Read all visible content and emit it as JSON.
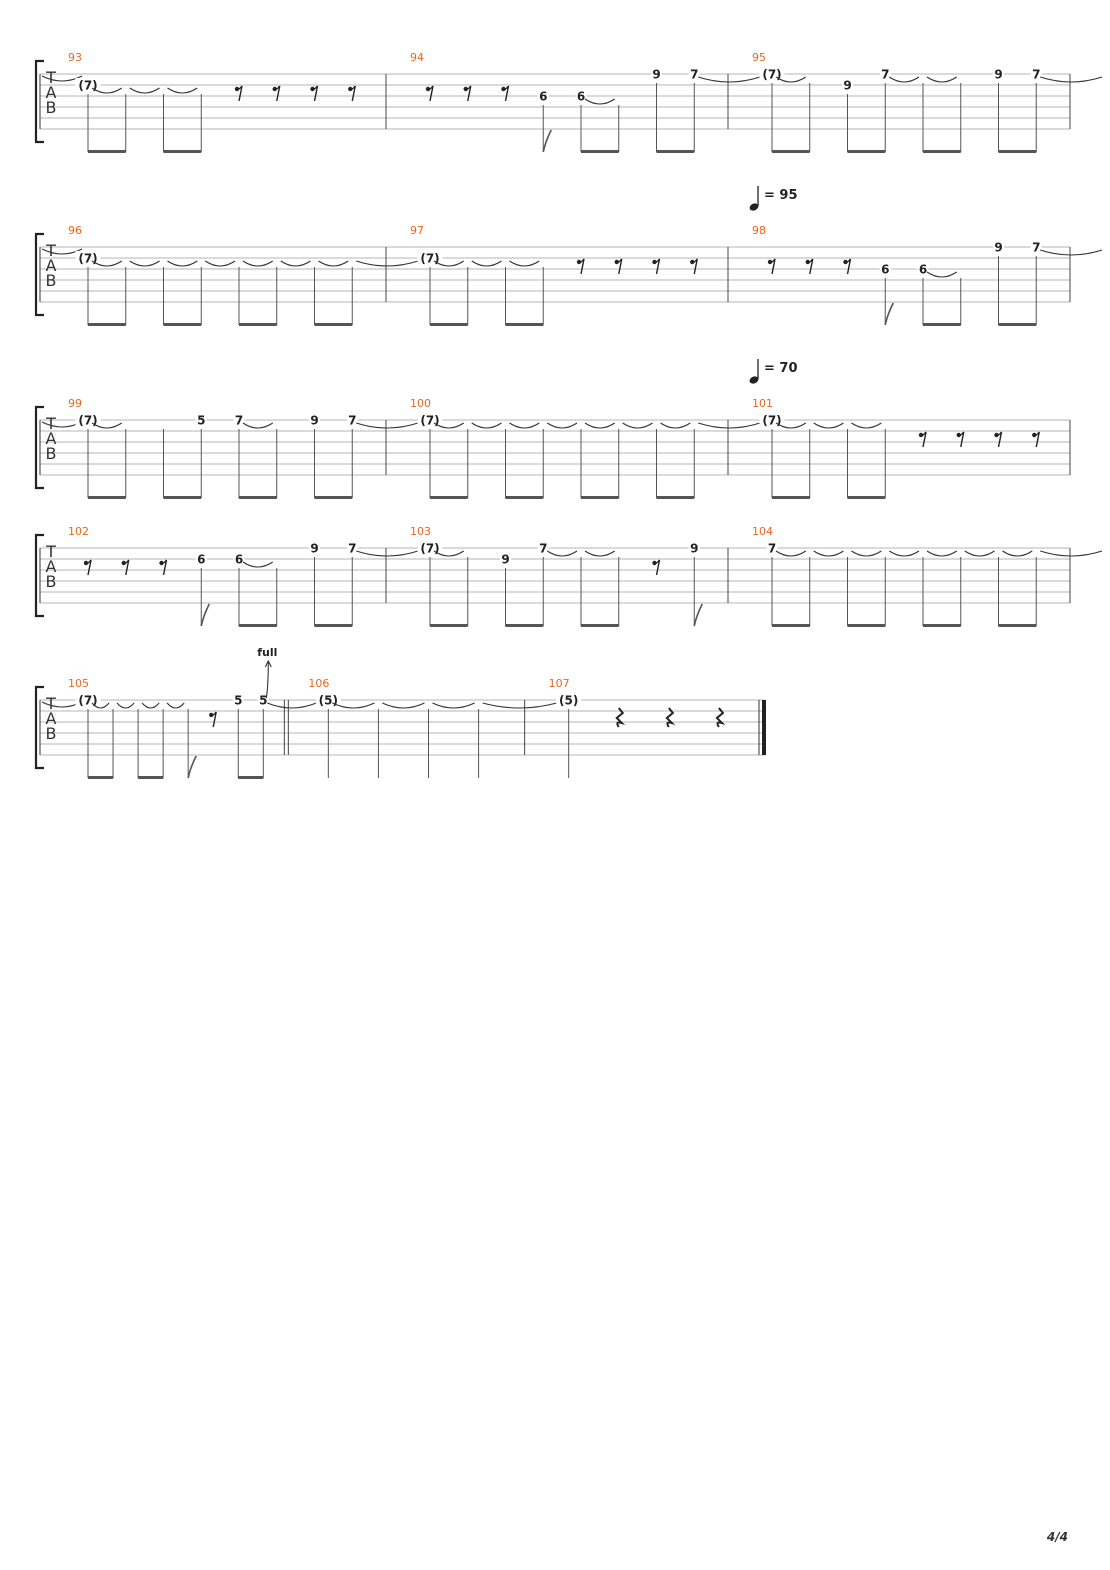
{
  "tab_letters": [
    "T",
    "A",
    "B"
  ],
  "page_number": "4/4",
  "systems": [
    {
      "measures": [
        {
          "number": "93",
          "tie_in": true,
          "events": [
            {
              "t": "n",
              "f": "(7)",
              "s": 2,
              "beam": "b",
              "tie": true
            },
            {
              "t": "n",
              "f": "",
              "s": 2,
              "beam": "e",
              "tie": true
            },
            {
              "t": "n",
              "f": "",
              "s": 2,
              "beam": "b",
              "tie": true
            },
            {
              "t": "n",
              "f": "",
              "s": 2,
              "beam": "e"
            },
            {
              "t": "r8"
            },
            {
              "t": "r8"
            },
            {
              "t": "r8"
            },
            {
              "t": "r8"
            }
          ]
        },
        {
          "number": "94",
          "events": [
            {
              "t": "r8"
            },
            {
              "t": "r8"
            },
            {
              "t": "r8"
            },
            {
              "t": "n",
              "f": "6",
              "s": 3,
              "beam": "f"
            },
            {
              "t": "n",
              "f": "6",
              "s": 3,
              "beam": "b",
              "tie": true
            },
            {
              "t": "n",
              "f": "",
              "s": 3,
              "beam": "e"
            },
            {
              "t": "n",
              "f": "9",
              "s": 1,
              "beam": "b"
            },
            {
              "t": "n",
              "f": "7",
              "s": 1,
              "beam": "e",
              "tie": true
            }
          ]
        },
        {
          "number": "95",
          "events": [
            {
              "t": "n",
              "f": "(7)",
              "s": 1,
              "beam": "b",
              "tie": true
            },
            {
              "t": "n",
              "f": "",
              "s": 1,
              "beam": "e"
            },
            {
              "t": "n",
              "f": "9",
              "s": 2,
              "beam": "b"
            },
            {
              "t": "n",
              "f": "7",
              "s": 1,
              "beam": "e",
              "tie": true
            },
            {
              "t": "n",
              "f": "",
              "s": 1,
              "beam": "b",
              "tie": true
            },
            {
              "t": "n",
              "f": "",
              "s": 1,
              "beam": "e"
            },
            {
              "t": "n",
              "f": "9",
              "s": 1,
              "beam": "b"
            },
            {
              "t": "n",
              "f": "7",
              "s": 1,
              "beam": "e",
              "tie": true
            }
          ]
        }
      ]
    },
    {
      "measures": [
        {
          "number": "96",
          "tie_in": true,
          "events": [
            {
              "t": "n",
              "f": "(7)",
              "s": 2,
              "beam": "b",
              "tie": true
            },
            {
              "t": "n",
              "f": "",
              "s": 2,
              "beam": "e",
              "tie": true
            },
            {
              "t": "n",
              "f": "",
              "s": 2,
              "beam": "b",
              "tie": true
            },
            {
              "t": "n",
              "f": "",
              "s": 2,
              "beam": "e",
              "tie": true
            },
            {
              "t": "n",
              "f": "",
              "s": 2,
              "beam": "b",
              "tie": true
            },
            {
              "t": "n",
              "f": "",
              "s": 2,
              "beam": "e",
              "tie": true
            },
            {
              "t": "n",
              "f": "",
              "s": 2,
              "beam": "b",
              "tie": true
            },
            {
              "t": "n",
              "f": "",
              "s": 2,
              "beam": "e",
              "tie": true
            }
          ]
        },
        {
          "number": "97",
          "events": [
            {
              "t": "n",
              "f": "(7)",
              "s": 2,
              "beam": "b",
              "tie": true
            },
            {
              "t": "n",
              "f": "",
              "s": 2,
              "beam": "e",
              "tie": true
            },
            {
              "t": "n",
              "f": "",
              "s": 2,
              "beam": "b",
              "tie": true
            },
            {
              "t": "n",
              "f": "",
              "s": 2,
              "beam": "e"
            },
            {
              "t": "r8"
            },
            {
              "t": "r8"
            },
            {
              "t": "r8"
            },
            {
              "t": "r8"
            }
          ]
        },
        {
          "number": "98",
          "tempo": "= 95",
          "events": [
            {
              "t": "r8"
            },
            {
              "t": "r8"
            },
            {
              "t": "r8"
            },
            {
              "t": "n",
              "f": "6",
              "s": 3,
              "beam": "f"
            },
            {
              "t": "n",
              "f": "6",
              "s": 3,
              "beam": "b",
              "tie": true
            },
            {
              "t": "n",
              "f": "",
              "s": 3,
              "beam": "e"
            },
            {
              "t": "n",
              "f": "9",
              "s": 1,
              "beam": "b"
            },
            {
              "t": "n",
              "f": "7",
              "s": 1,
              "beam": "e",
              "tie": true
            }
          ]
        }
      ]
    },
    {
      "measures": [
        {
          "number": "99",
          "tie_in": true,
          "events": [
            {
              "t": "n",
              "f": "(7)",
              "s": 1,
              "beam": "b",
              "tie": true
            },
            {
              "t": "n",
              "f": "",
              "s": 1,
              "beam": "e"
            },
            {
              "t": "n",
              "f": "",
              "s": 1,
              "beam": "b"
            },
            {
              "t": "n",
              "f": "5",
              "s": 1,
              "beam": "e"
            },
            {
              "t": "n",
              "f": "7",
              "s": 1,
              "beam": "b",
              "tie": true
            },
            {
              "t": "n",
              "f": "",
              "s": 1,
              "beam": "e"
            },
            {
              "t": "n",
              "f": "9",
              "s": 1,
              "beam": "b"
            },
            {
              "t": "n",
              "f": "7",
              "s": 1,
              "beam": "e",
              "tie": true
            }
          ]
        },
        {
          "number": "100",
          "events": [
            {
              "t": "n",
              "f": "(7)",
              "s": 1,
              "beam": "b",
              "tie": true
            },
            {
              "t": "n",
              "f": "",
              "s": 1,
              "beam": "e",
              "tie": true
            },
            {
              "t": "n",
              "f": "",
              "s": 1,
              "beam": "b",
              "tie": true
            },
            {
              "t": "n",
              "f": "",
              "s": 1,
              "beam": "e",
              "tie": true
            },
            {
              "t": "n",
              "f": "",
              "s": 1,
              "beam": "b",
              "tie": true
            },
            {
              "t": "n",
              "f": "",
              "s": 1,
              "beam": "e",
              "tie": true
            },
            {
              "t": "n",
              "f": "",
              "s": 1,
              "beam": "b",
              "tie": true
            },
            {
              "t": "n",
              "f": "",
              "s": 1,
              "beam": "e",
              "tie": true
            }
          ]
        },
        {
          "number": "101",
          "tempo": "= 70",
          "events": [
            {
              "t": "n",
              "f": "(7)",
              "s": 1,
              "beam": "b",
              "tie": true
            },
            {
              "t": "n",
              "f": "",
              "s": 1,
              "beam": "e",
              "tie": true
            },
            {
              "t": "n",
              "f": "",
              "s": 1,
              "beam": "b",
              "tie": true
            },
            {
              "t": "n",
              "f": "",
              "s": 1,
              "beam": "e"
            },
            {
              "t": "r8"
            },
            {
              "t": "r8"
            },
            {
              "t": "r8"
            },
            {
              "t": "r8"
            }
          ]
        }
      ]
    },
    {
      "measures": [
        {
          "number": "102",
          "events": [
            {
              "t": "r8"
            },
            {
              "t": "r8"
            },
            {
              "t": "r8"
            },
            {
              "t": "n",
              "f": "6",
              "s": 2,
              "beam": "f"
            },
            {
              "t": "n",
              "f": "6",
              "s": 2,
              "beam": "b",
              "tie": true
            },
            {
              "t": "n",
              "f": "",
              "s": 2,
              "beam": "e"
            },
            {
              "t": "n",
              "f": "9",
              "s": 1,
              "beam": "b"
            },
            {
              "t": "n",
              "f": "7",
              "s": 1,
              "beam": "e",
              "tie": true
            }
          ]
        },
        {
          "number": "103",
          "events": [
            {
              "t": "n",
              "f": "(7)",
              "s": 1,
              "beam": "b",
              "tie": true
            },
            {
              "t": "n",
              "f": "",
              "s": 1,
              "beam": "e"
            },
            {
              "t": "n",
              "f": "9",
              "s": 2,
              "beam": "b"
            },
            {
              "t": "n",
              "f": "7",
              "s": 1,
              "beam": "e",
              "tie": true
            },
            {
              "t": "n",
              "f": "",
              "s": 1,
              "beam": "b",
              "tie": true
            },
            {
              "t": "n",
              "f": "",
              "s": 1,
              "beam": "e"
            },
            {
              "t": "r8"
            },
            {
              "t": "n",
              "f": "9",
              "s": 1,
              "beam": "f"
            }
          ]
        },
        {
          "number": "104",
          "events": [
            {
              "t": "n",
              "f": "7",
              "s": 1,
              "beam": "b",
              "tie": true
            },
            {
              "t": "n",
              "f": "",
              "s": 1,
              "beam": "e",
              "tie": true
            },
            {
              "t": "n",
              "f": "",
              "s": 1,
              "beam": "b",
              "tie": true
            },
            {
              "t": "n",
              "f": "",
              "s": 1,
              "beam": "e",
              "tie": true
            },
            {
              "t": "n",
              "f": "",
              "s": 1,
              "beam": "b",
              "tie": true
            },
            {
              "t": "n",
              "f": "",
              "s": 1,
              "beam": "e",
              "tie": true
            },
            {
              "t": "n",
              "f": "",
              "s": 1,
              "beam": "b",
              "tie": true
            },
            {
              "t": "n",
              "f": "",
              "s": 1,
              "beam": "e",
              "tie": true
            }
          ]
        }
      ]
    },
    {
      "width_fraction": 0.7,
      "measures": [
        {
          "number": "105",
          "tie_in": true,
          "events": [
            {
              "t": "n",
              "f": "(7)",
              "s": 1,
              "beam": "b",
              "tie": true
            },
            {
              "t": "n",
              "f": "",
              "s": 1,
              "beam": "e",
              "tie": true
            },
            {
              "t": "n",
              "f": "",
              "s": 1,
              "beam": "b",
              "tie": true
            },
            {
              "t": "n",
              "f": "",
              "s": 1,
              "beam": "e",
              "tie": true
            },
            {
              "t": "n",
              "f": "",
              "s": 1,
              "beam": "f"
            },
            {
              "t": "r8"
            },
            {
              "t": "n",
              "f": "5",
              "s": 1,
              "beam": "b"
            },
            {
              "t": "n",
              "f": "5",
              "s": 1,
              "beam": "e",
              "tie": true,
              "bend": "full"
            }
          ]
        },
        {
          "number": "106",
          "double_bar_before": true,
          "events": [
            {
              "t": "q",
              "f": "(5)",
              "s": 1,
              "tie": true
            },
            {
              "t": "q",
              "f": "",
              "s": 1,
              "tie": true
            },
            {
              "t": "q",
              "f": "",
              "s": 1,
              "tie": true
            },
            {
              "t": "q",
              "f": "",
              "s": 1,
              "tie": true
            }
          ]
        },
        {
          "number": "107",
          "final": true,
          "events": [
            {
              "t": "q",
              "f": "(5)",
              "s": 1
            },
            {
              "t": "rq"
            },
            {
              "t": "rq"
            },
            {
              "t": "rq"
            }
          ]
        }
      ]
    }
  ]
}
